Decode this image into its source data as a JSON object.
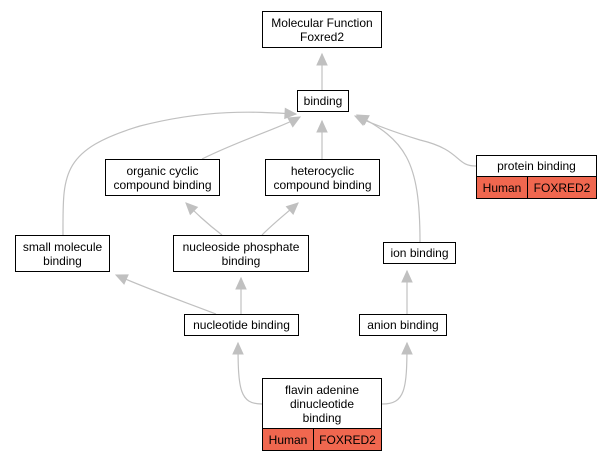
{
  "diagram": {
    "colors": {
      "edge": "#c0c0c0",
      "border": "#000000",
      "annotation": "#f0674f"
    },
    "nodes": {
      "root": {
        "lines": [
          "Molecular Function",
          "Foxred2"
        ]
      },
      "binding": {
        "lines": [
          "binding"
        ]
      },
      "organic_cyclic": {
        "lines": [
          "organic cyclic",
          "compound binding"
        ]
      },
      "heterocyclic": {
        "lines": [
          "heterocyclic",
          "compound binding"
        ]
      },
      "protein_binding": {
        "lines": [
          "protein binding"
        ],
        "species": "Human",
        "gene": "FOXRED2"
      },
      "small_molecule": {
        "lines": [
          "small molecule",
          "binding"
        ]
      },
      "nucleoside_phosphate": {
        "lines": [
          "nucleoside phosphate",
          "binding"
        ]
      },
      "ion_binding": {
        "lines": [
          "ion binding"
        ]
      },
      "nucleotide_binding": {
        "lines": [
          "nucleotide binding"
        ]
      },
      "anion_binding": {
        "lines": [
          "anion binding"
        ]
      },
      "fad_binding": {
        "lines": [
          "flavin adenine",
          "dinucleotide",
          "binding"
        ],
        "species": "Human",
        "gene": "FOXRED2"
      }
    },
    "edges": [
      {
        "from": "binding",
        "to": "root"
      },
      {
        "from": "organic_cyclic",
        "to": "binding"
      },
      {
        "from": "heterocyclic",
        "to": "binding"
      },
      {
        "from": "small_molecule",
        "to": "binding"
      },
      {
        "from": "protein_binding",
        "to": "binding"
      },
      {
        "from": "ion_binding",
        "to": "binding"
      },
      {
        "from": "nucleoside_phosphate",
        "to": "organic_cyclic"
      },
      {
        "from": "nucleoside_phosphate",
        "to": "heterocyclic"
      },
      {
        "from": "nucleotide_binding",
        "to": "small_molecule"
      },
      {
        "from": "nucleotide_binding",
        "to": "nucleoside_phosphate"
      },
      {
        "from": "anion_binding",
        "to": "ion_binding"
      },
      {
        "from": "fad_binding",
        "to": "nucleotide_binding"
      },
      {
        "from": "fad_binding",
        "to": "anion_binding"
      }
    ]
  }
}
